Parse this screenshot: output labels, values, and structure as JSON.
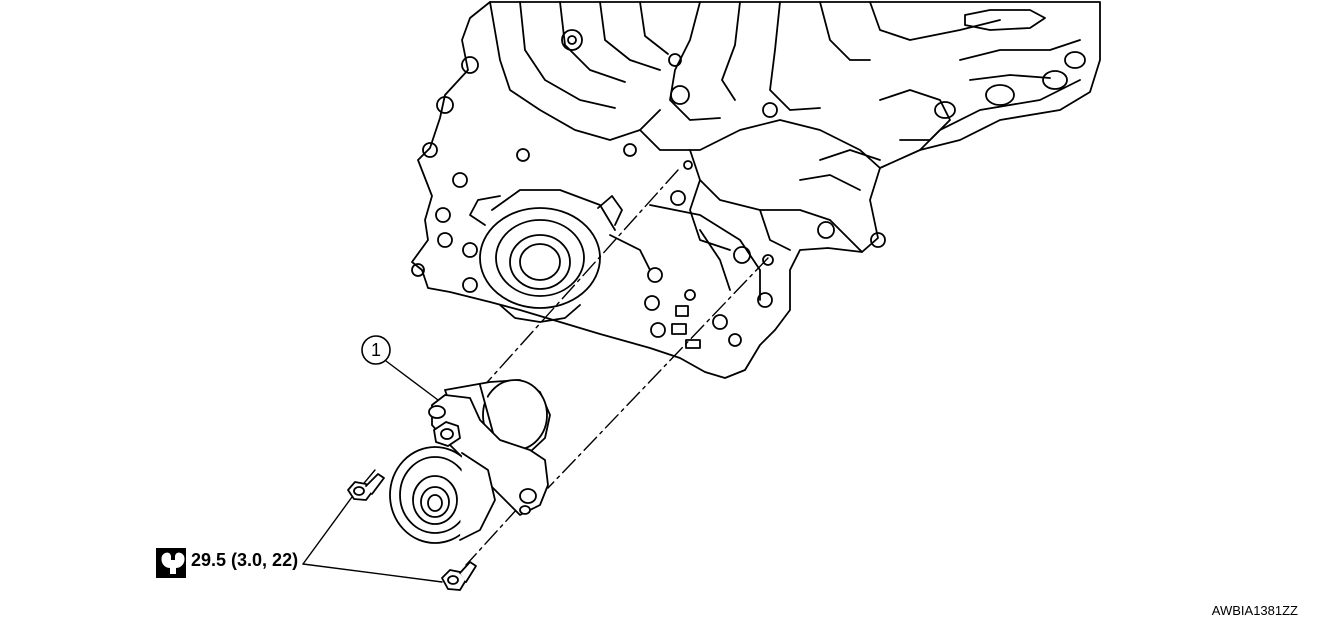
{
  "callout": {
    "number": "1"
  },
  "torque": {
    "icon": "torque-wrench-icon",
    "value": "29.5 (3.0, 22)"
  },
  "figure": {
    "id": "AWBIA1381ZZ"
  }
}
